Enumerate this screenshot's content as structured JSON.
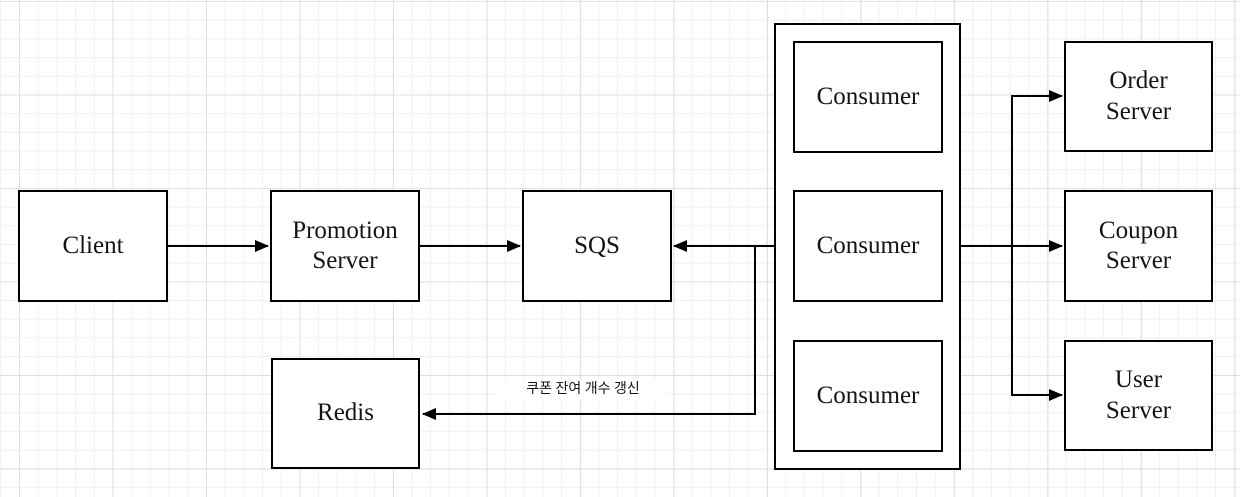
{
  "diagram": {
    "nodes": {
      "client": "Client",
      "promotion_server": "Promotion\nServer",
      "sqs": "SQS",
      "redis": "Redis",
      "consumer_1": "Consumer",
      "consumer_2": "Consumer",
      "consumer_3": "Consumer",
      "order_server": "Order\nServer",
      "coupon_server": "Coupon\nServer",
      "user_server": "User\nServer"
    },
    "edges": {
      "sqs_to_redis_label": "쿠폰 잔여 개수 갱신"
    },
    "colors": {
      "stroke": "#000000",
      "shape_fill": "#ffffff",
      "text": "#141414",
      "canvas_background": "#ffffff",
      "grid_minor": "#f0f0f0",
      "grid_major": "#e0e0e0"
    }
  }
}
